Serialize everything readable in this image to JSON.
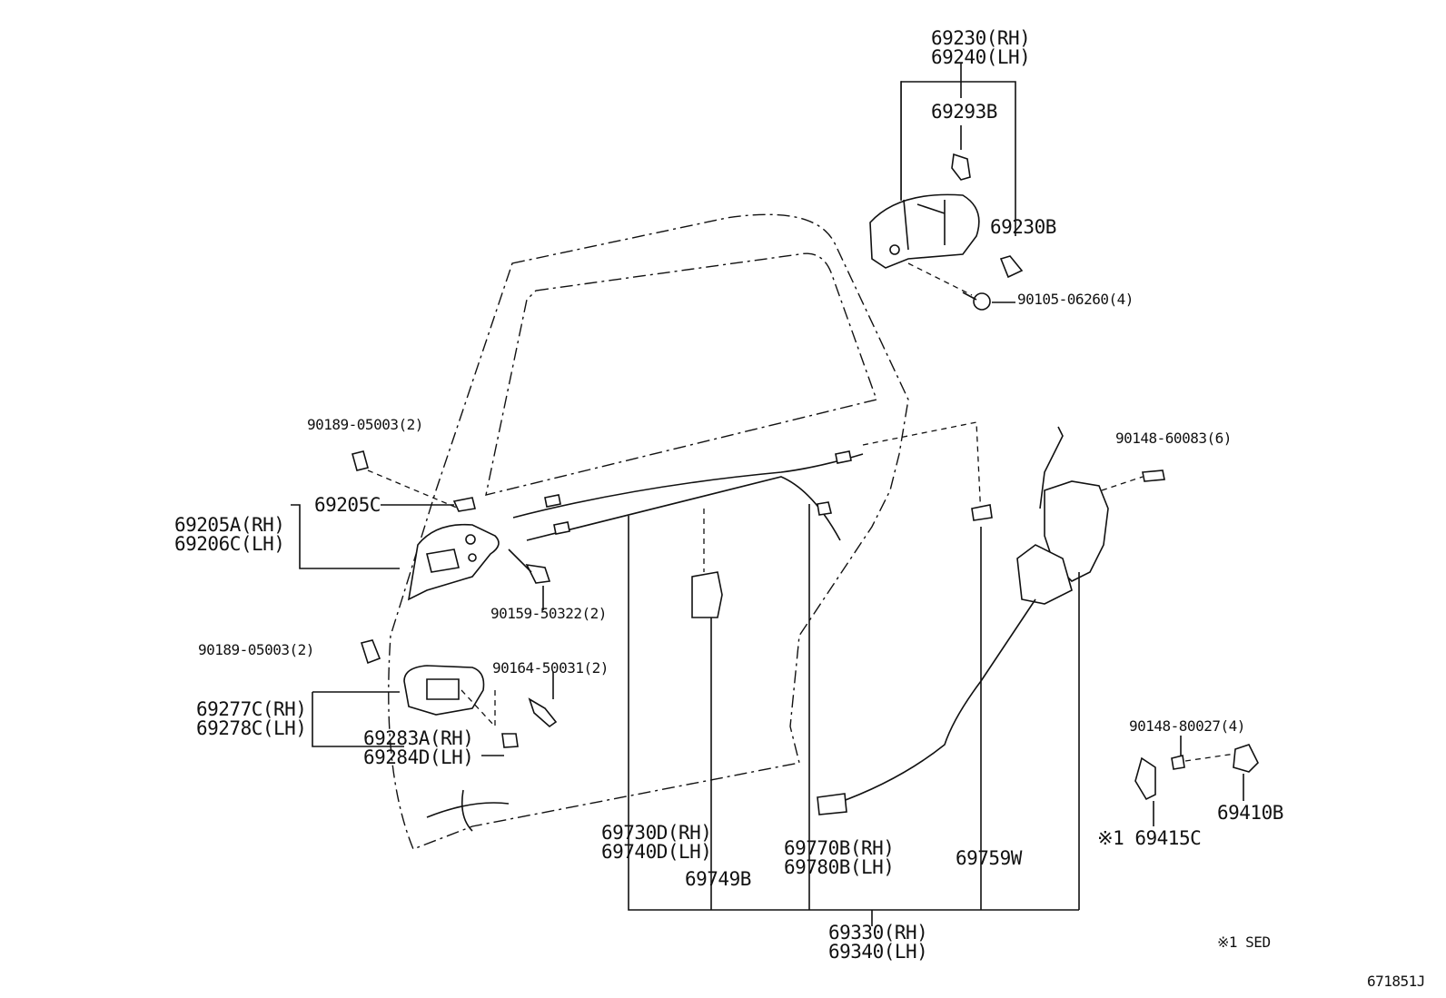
{
  "labels": {
    "p69230": "69230(RH)",
    "p69240": "69240(LH)",
    "p69293b": "69293B",
    "p69230b": "69230B",
    "p90105": "90105-06260(4)",
    "p90189a": "90189-05003(2)",
    "p69205c": "69205C",
    "p69205a": "69205A(RH)",
    "p69206c": "69206C(LH)",
    "p90159": "90159-50322(2)",
    "p90189b": "90189-05003(2)",
    "p90164": "90164-50031(2)",
    "p69277c": "69277C(RH)",
    "p69278c": "69278C(LH)",
    "p69283a": "69283A(RH)",
    "p69284d": "69284D(LH)",
    "p90148a": "90148-60083(6)",
    "p90148b": "90148-80027(4)",
    "p69410b": "69410B",
    "p69415c": "※1 69415C",
    "p69730d": "69730D(RH)",
    "p69740d": "69740D(LH)",
    "p69749b": "69749B",
    "p69770b": "69770B(RH)",
    "p69780b": "69780B(LH)",
    "p69759w": "69759W",
    "p69330": "69330(RH)",
    "p69340": "69340(LH)"
  },
  "notes": {
    "sed": "※1 SED",
    "figure_id": "671851J"
  }
}
